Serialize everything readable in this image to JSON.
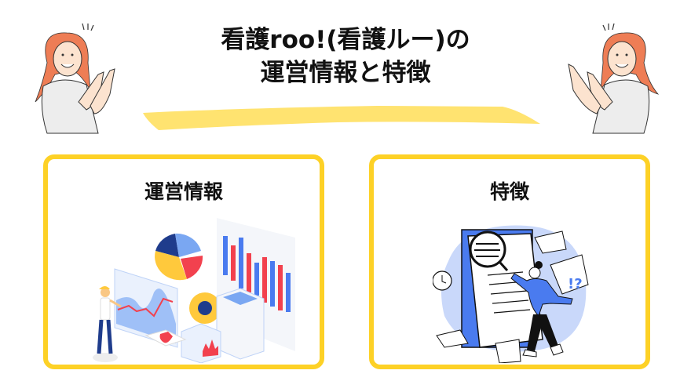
{
  "header": {
    "title_line1": "看護roo!(看護ルー)の",
    "title_line2": "運営情報と特徴",
    "underline_color": "#FFE370"
  },
  "cards": [
    {
      "title": "運営情報",
      "illustration": "data-analytics-illustration"
    },
    {
      "title": "特徴",
      "illustration": "document-inspection-illustration"
    }
  ],
  "colors": {
    "card_border": "#FDD126",
    "accent_blue": "#4A7BEF",
    "accent_red": "#F2414E",
    "accent_yellow": "#FFC93C"
  }
}
